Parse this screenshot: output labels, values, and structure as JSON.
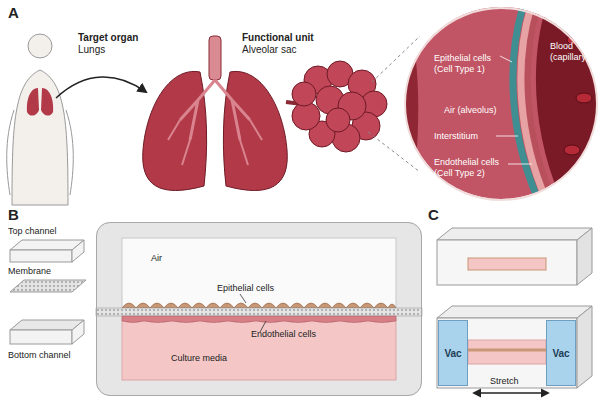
{
  "diagram": {
    "nodes": [
      {
        "text": [
          "Epithelial cells (Cell Type 1)",
          "Blood (capillary)",
          "Air (alveolus)",
          "Interstitium",
          "Endothelial cells (Cell Type 2)"
        ]
      },
      {
        "text": [
          "Air",
          "Epithelial cells",
          "Endothelial cells",
          "Culture media"
        ]
      },
      {
        "text": [
          "Vac"
        ]
      },
      {
        "text": [
          "Vac"
        ]
      }
    ],
    "labels": [
      "A",
      "Target organ",
      "Lungs",
      "Functional unit",
      "Alveolar sac",
      "B",
      "Top channel",
      "Membrane",
      "Bottom channel",
      "C",
      "Stretch"
    ]
  }
}
